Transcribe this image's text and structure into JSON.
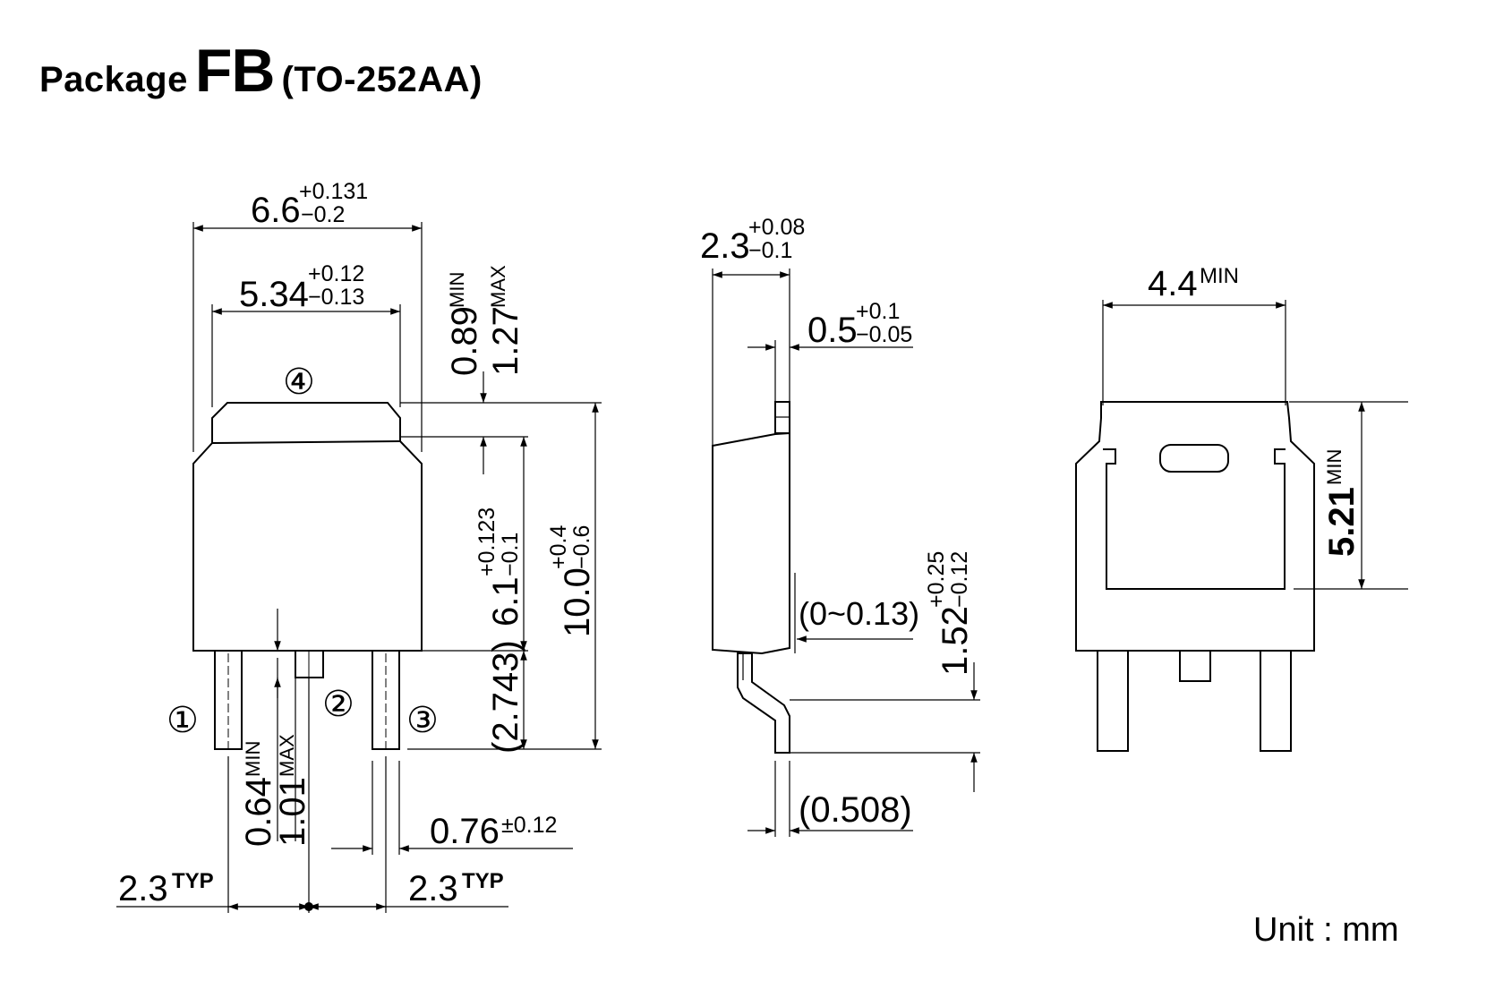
{
  "title": {
    "prefix": "Package",
    "code": "FB",
    "suffix": "(TO-252AA)"
  },
  "unit_label": "Unit : mm",
  "pins": {
    "p1": "①",
    "p2": "②",
    "p3": "③",
    "p4": "④"
  },
  "dims": {
    "w66": {
      "base": "6.6",
      "sup": "+0.131",
      "sub": "−0.2"
    },
    "w534": {
      "base": "5.34",
      "sup": "+0.12",
      "sub": "−0.13"
    },
    "v089": {
      "base": "0.89",
      "sup": "MIN"
    },
    "v127": {
      "base": "1.27",
      "sup": "MAX"
    },
    "v61": {
      "base": "6.1",
      "sup": "+0.123",
      "sub": "−0.1"
    },
    "v100": {
      "base": "10.0",
      "sup": "+0.4",
      "sub": "−0.6"
    },
    "v2743": {
      "base": "(2.743)"
    },
    "v064": {
      "base": "0.64",
      "sup": "MIN"
    },
    "v101": {
      "base": "1.01",
      "sup": "MAX"
    },
    "w076": {
      "base": "0.76",
      "sup": "±0.12"
    },
    "p23a": {
      "base": "2.3",
      "sup": "TYP"
    },
    "p23b": {
      "base": "2.3",
      "sup": "TYP"
    },
    "s23": {
      "base": "2.3",
      "sup": "+0.08",
      "sub": "−0.1"
    },
    "s05": {
      "base": "0.5",
      "sup": "+0.1",
      "sub": "−0.05"
    },
    "s013": {
      "base": "(0~0.13)"
    },
    "s152": {
      "base": "1.52",
      "sup": "+0.25",
      "sub": "−0.12"
    },
    "s0508": {
      "base": "(0.508)"
    },
    "b44": {
      "base": "4.4",
      "sup": "MIN"
    },
    "b521": {
      "base": "5.21",
      "sup": "MIN"
    }
  }
}
